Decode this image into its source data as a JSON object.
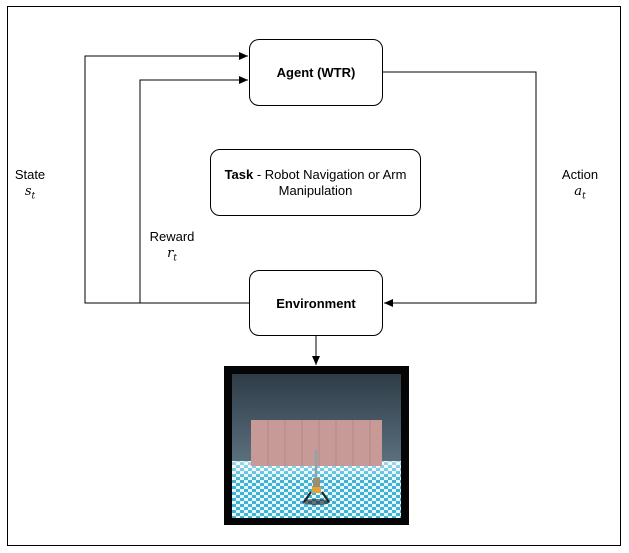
{
  "agent": {
    "label": "Agent (WTR)"
  },
  "environment": {
    "label": "Environment"
  },
  "task": {
    "label_bold": "Task",
    "label_rest": " - Robot Navigation or Arm Manipulation"
  },
  "state": {
    "label": "State",
    "symbol": "s",
    "subscript": "t"
  },
  "reward": {
    "label": "Reward",
    "symbol": "r",
    "subscript": "t"
  },
  "action": {
    "label": "Action",
    "symbol": "a",
    "subscript": "t"
  },
  "simulation": {
    "image": "robot-simulation-render",
    "wall_color": "#c79a97",
    "sky_color": "#3f5360",
    "floor_color": "#3fb2d6"
  }
}
